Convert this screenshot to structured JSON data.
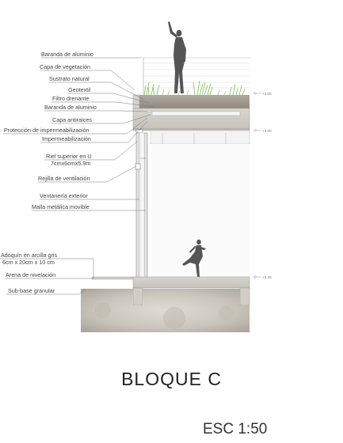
{
  "labels": {
    "baranda_top": "Baranda de aluminio",
    "capa_vegetacion": "Capa de vegetación",
    "sustrato": "Sustrato natural",
    "geotextil": "Geotextil",
    "filtro": "Filtro drenante",
    "baranda_bottom": "Baranda de aluminio",
    "antiraices": "Capa antiraices",
    "proteccion": "Protección de impermeabilización",
    "impermeabilizacion": "Impermeabilización",
    "riel_1": "Riel superior en U",
    "riel_2": "7cmx6cmx5.9m",
    "rejilla": "Rejilla de ventilación",
    "ventaneria": "Ventanería exterior",
    "malla": "Malla metálica movible",
    "adoquin_1": "Adoquín en arcilla gris",
    "adoquin_2": "6cm x 20cm x 10 cm",
    "arena": "Arena de nivelación",
    "subbase": "Sub-base granular"
  },
  "levels": {
    "top": "+3.00",
    "mid": "+3.00",
    "ground": "+0.26"
  },
  "title": "BLOQUE C",
  "scale": "ESC 1:50"
}
